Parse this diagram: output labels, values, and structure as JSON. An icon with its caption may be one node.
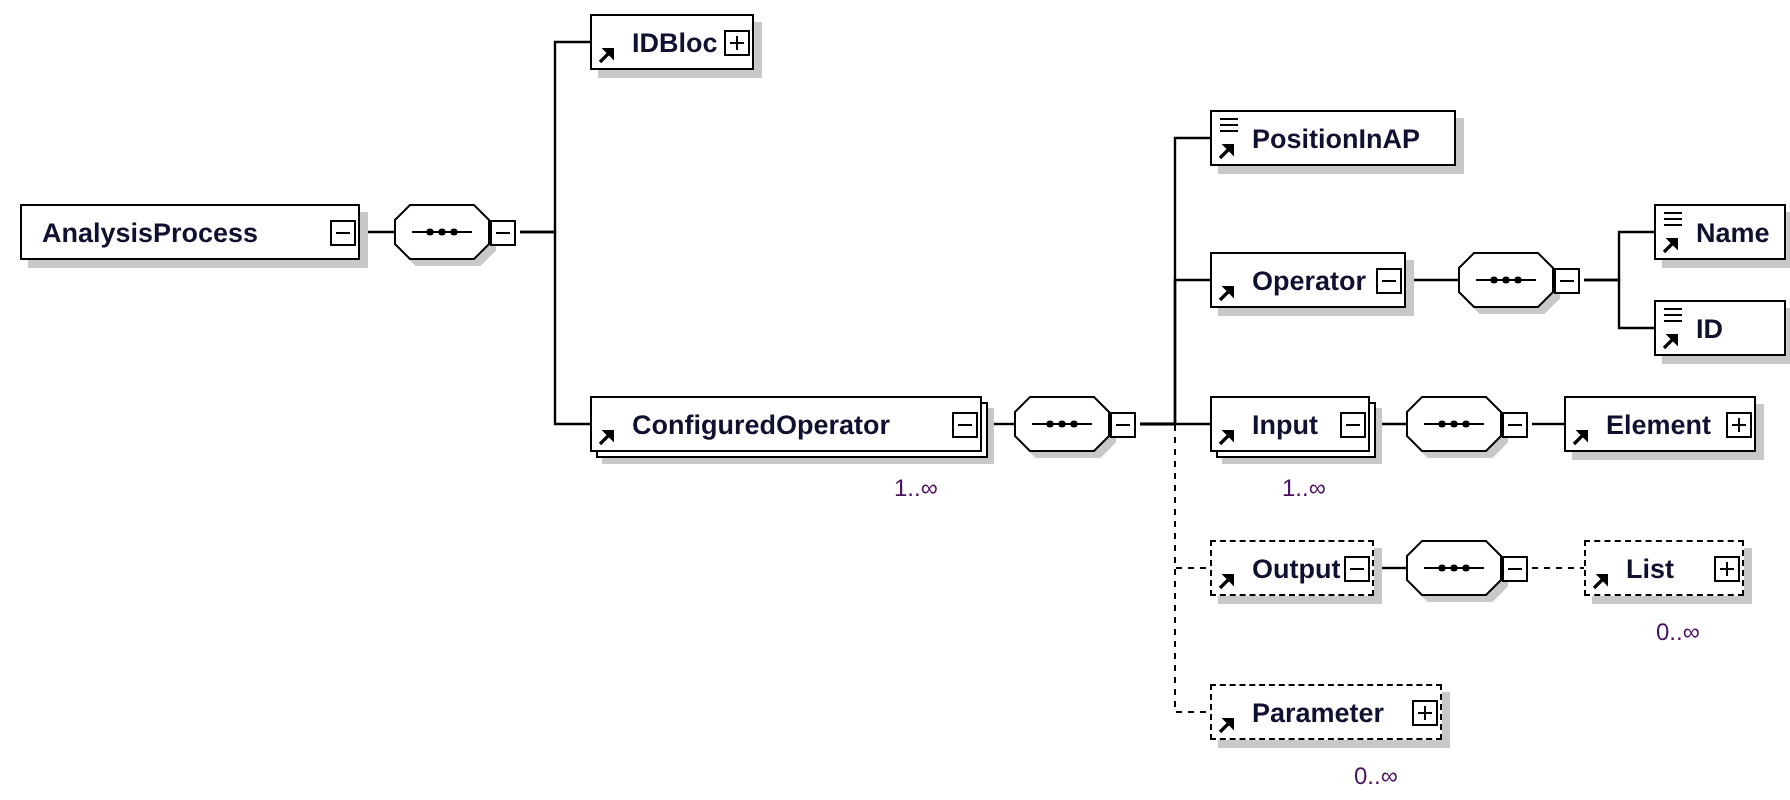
{
  "diagram": {
    "nodes": [
      {
        "text": [
          "AnalysisProcess"
        ]
      },
      {
        "text": [],
        "shape": "octagon"
      },
      {
        "text": [
          "IDBloc"
        ]
      },
      {
        "text": [
          "ConfiguredOperator"
        ],
        "beside": [
          "1..∞"
        ]
      },
      {
        "text": [],
        "shape": "octagon"
      },
      {
        "text": [
          "PositionInAP"
        ]
      },
      {
        "text": [
          "Operator"
        ]
      },
      {
        "text": [],
        "shape": "octagon"
      },
      {
        "text": [
          "Name"
        ]
      },
      {
        "text": [
          "ID"
        ]
      },
      {
        "text": [
          "Input"
        ],
        "beside": [
          "1..∞"
        ]
      },
      {
        "text": [],
        "shape": "octagon"
      },
      {
        "text": [
          "Element"
        ]
      },
      {
        "text": [
          "Output"
        ]
      },
      {
        "text": [],
        "shape": "octagon"
      },
      {
        "text": [
          "List"
        ],
        "beside": [
          "0..∞"
        ]
      },
      {
        "text": [
          "Parameter"
        ],
        "beside": [
          "0..∞"
        ]
      }
    ],
    "edges": [
      {
        "from": 0,
        "to": 1,
        "arrow": "none"
      },
      {
        "from": 1,
        "to": 2,
        "arrow": "none"
      },
      {
        "from": 1,
        "to": 3,
        "arrow": "none"
      },
      {
        "from": 3,
        "to": 4,
        "arrow": "none"
      },
      {
        "from": 4,
        "to": 5,
        "arrow": "none"
      },
      {
        "from": 4,
        "to": 6,
        "arrow": "none"
      },
      {
        "from": 4,
        "to": 10,
        "arrow": "none"
      },
      {
        "from": 4,
        "to": 13,
        "arrow": "none",
        "style": "dashed"
      },
      {
        "from": 4,
        "to": 16,
        "arrow": "none",
        "style": "dashed"
      },
      {
        "from": 6,
        "to": 7,
        "arrow": "none"
      },
      {
        "from": 7,
        "to": 8,
        "arrow": "none"
      },
      {
        "from": 7,
        "to": 9,
        "arrow": "none"
      },
      {
        "from": 10,
        "to": 11,
        "arrow": "none"
      },
      {
        "from": 11,
        "to": 12,
        "arrow": "none"
      },
      {
        "from": 13,
        "to": 14,
        "arrow": "none"
      },
      {
        "from": 14,
        "to": 15,
        "arrow": "none",
        "style": "dashed"
      }
    ]
  }
}
